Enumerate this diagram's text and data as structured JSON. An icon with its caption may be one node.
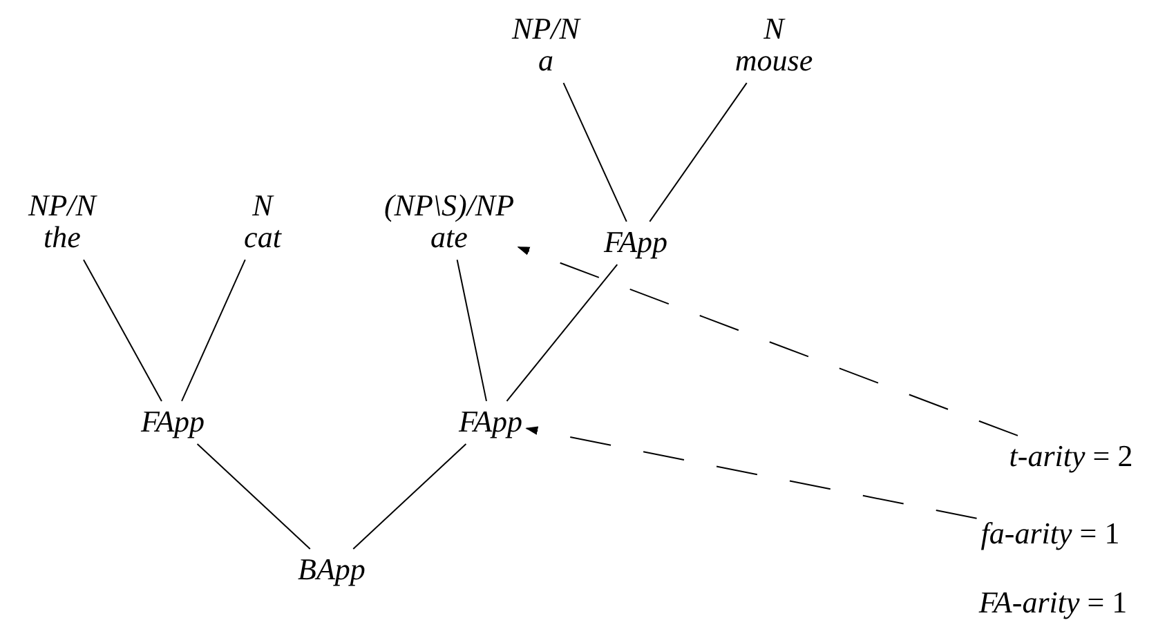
{
  "diagram": {
    "nodes": [
      {
        "text": [
          "NP/N",
          "a"
        ]
      },
      {
        "text": [
          "N",
          "mouse"
        ]
      },
      {
        "text": [
          "FApp"
        ]
      },
      {
        "text": [
          "NP/N",
          "the"
        ]
      },
      {
        "text": [
          "N",
          "cat"
        ]
      },
      {
        "text": [
          "(NP\\S)/NP",
          "ate"
        ]
      },
      {
        "text": [
          "FApp"
        ]
      },
      {
        "text": [
          "FApp"
        ]
      },
      {
        "text": [
          "BApp"
        ]
      },
      {
        "text": [
          "*t-arity* = 2"
        ]
      },
      {
        "text": [
          "*fa-arity* = 1"
        ]
      },
      {
        "text": [
          "*FA-arity* = 1"
        ]
      }
    ],
    "edges": [
      {
        "from": 0,
        "to": 2,
        "arrow": "none"
      },
      {
        "from": 1,
        "to": 2,
        "arrow": "none"
      },
      {
        "from": 3,
        "to": 6,
        "arrow": "none"
      },
      {
        "from": 4,
        "to": 6,
        "arrow": "none"
      },
      {
        "from": 5,
        "to": 7,
        "arrow": "none"
      },
      {
        "from": 2,
        "to": 7,
        "arrow": "none"
      },
      {
        "from": 6,
        "to": 8,
        "arrow": "none"
      },
      {
        "from": 7,
        "to": 8,
        "arrow": "none"
      },
      {
        "from": 9,
        "to": 5,
        "arrow": "to",
        "style": "dashed"
      },
      {
        "from": 10,
        "to": 7,
        "arrow": "to",
        "style": "dashed"
      }
    ]
  }
}
